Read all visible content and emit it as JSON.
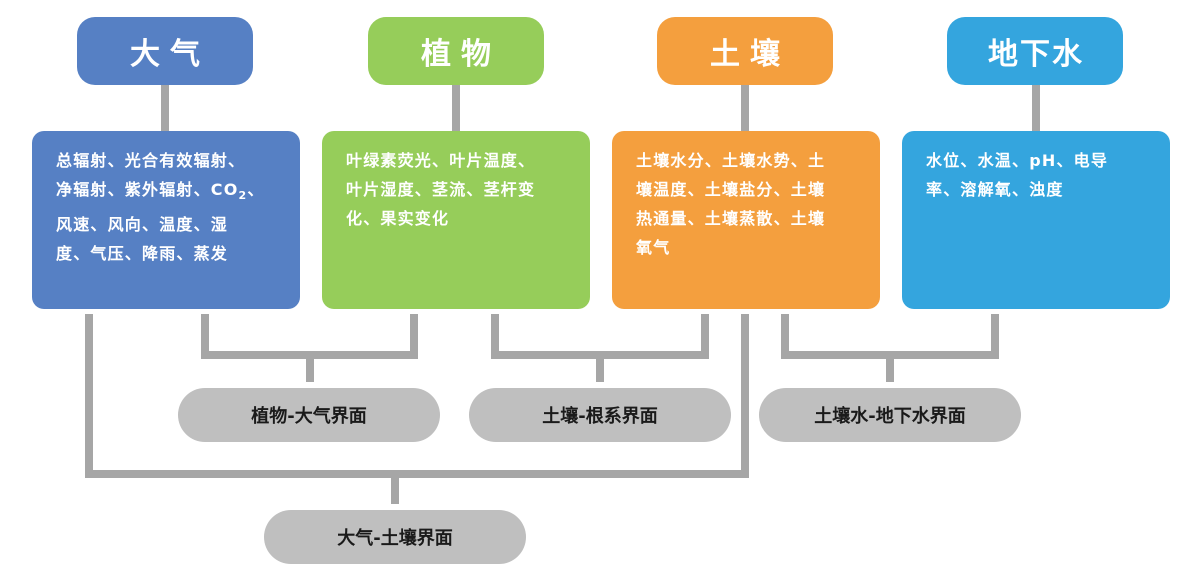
{
  "colors": {
    "atmosphere": "#5680c4",
    "plant": "#96cd5a",
    "soil": "#f49f3e",
    "groundwater": "#34a5de",
    "interface": "#bfbfbf",
    "connector": "#a6a6a6"
  },
  "categories": {
    "atmosphere": {
      "title": "大气",
      "items_line1": "总辐射、光合有效辐射、",
      "items_line2_pre": "净辐射、紫外辐射、CO",
      "items_line2_sub": "2",
      "items_line2_post": "、",
      "items_rest": "风速、风向、温度、湿\n度、气压、降雨、蒸发"
    },
    "plant": {
      "title": "植物",
      "items": "叶绿素荧光、叶片温度、\n叶片湿度、茎流、茎杆变\n化、果实变化"
    },
    "soil": {
      "title": "土壤",
      "items": "土壤水分、土壤水势、土\n壤温度、土壤盐分、土壤\n热通量、土壤蒸散、土壤\n氧气"
    },
    "groundwater": {
      "title": "地下水",
      "items": "水位、水温、pH、电导\n率、溶解氧、浊度"
    }
  },
  "interfaces": {
    "plant_atmosphere": "植物-大气界面",
    "soil_root": "土壤-根系界面",
    "soilwater_groundwater": "土壤水-地下水界面",
    "atmosphere_soil": "大气-土壤界面"
  }
}
